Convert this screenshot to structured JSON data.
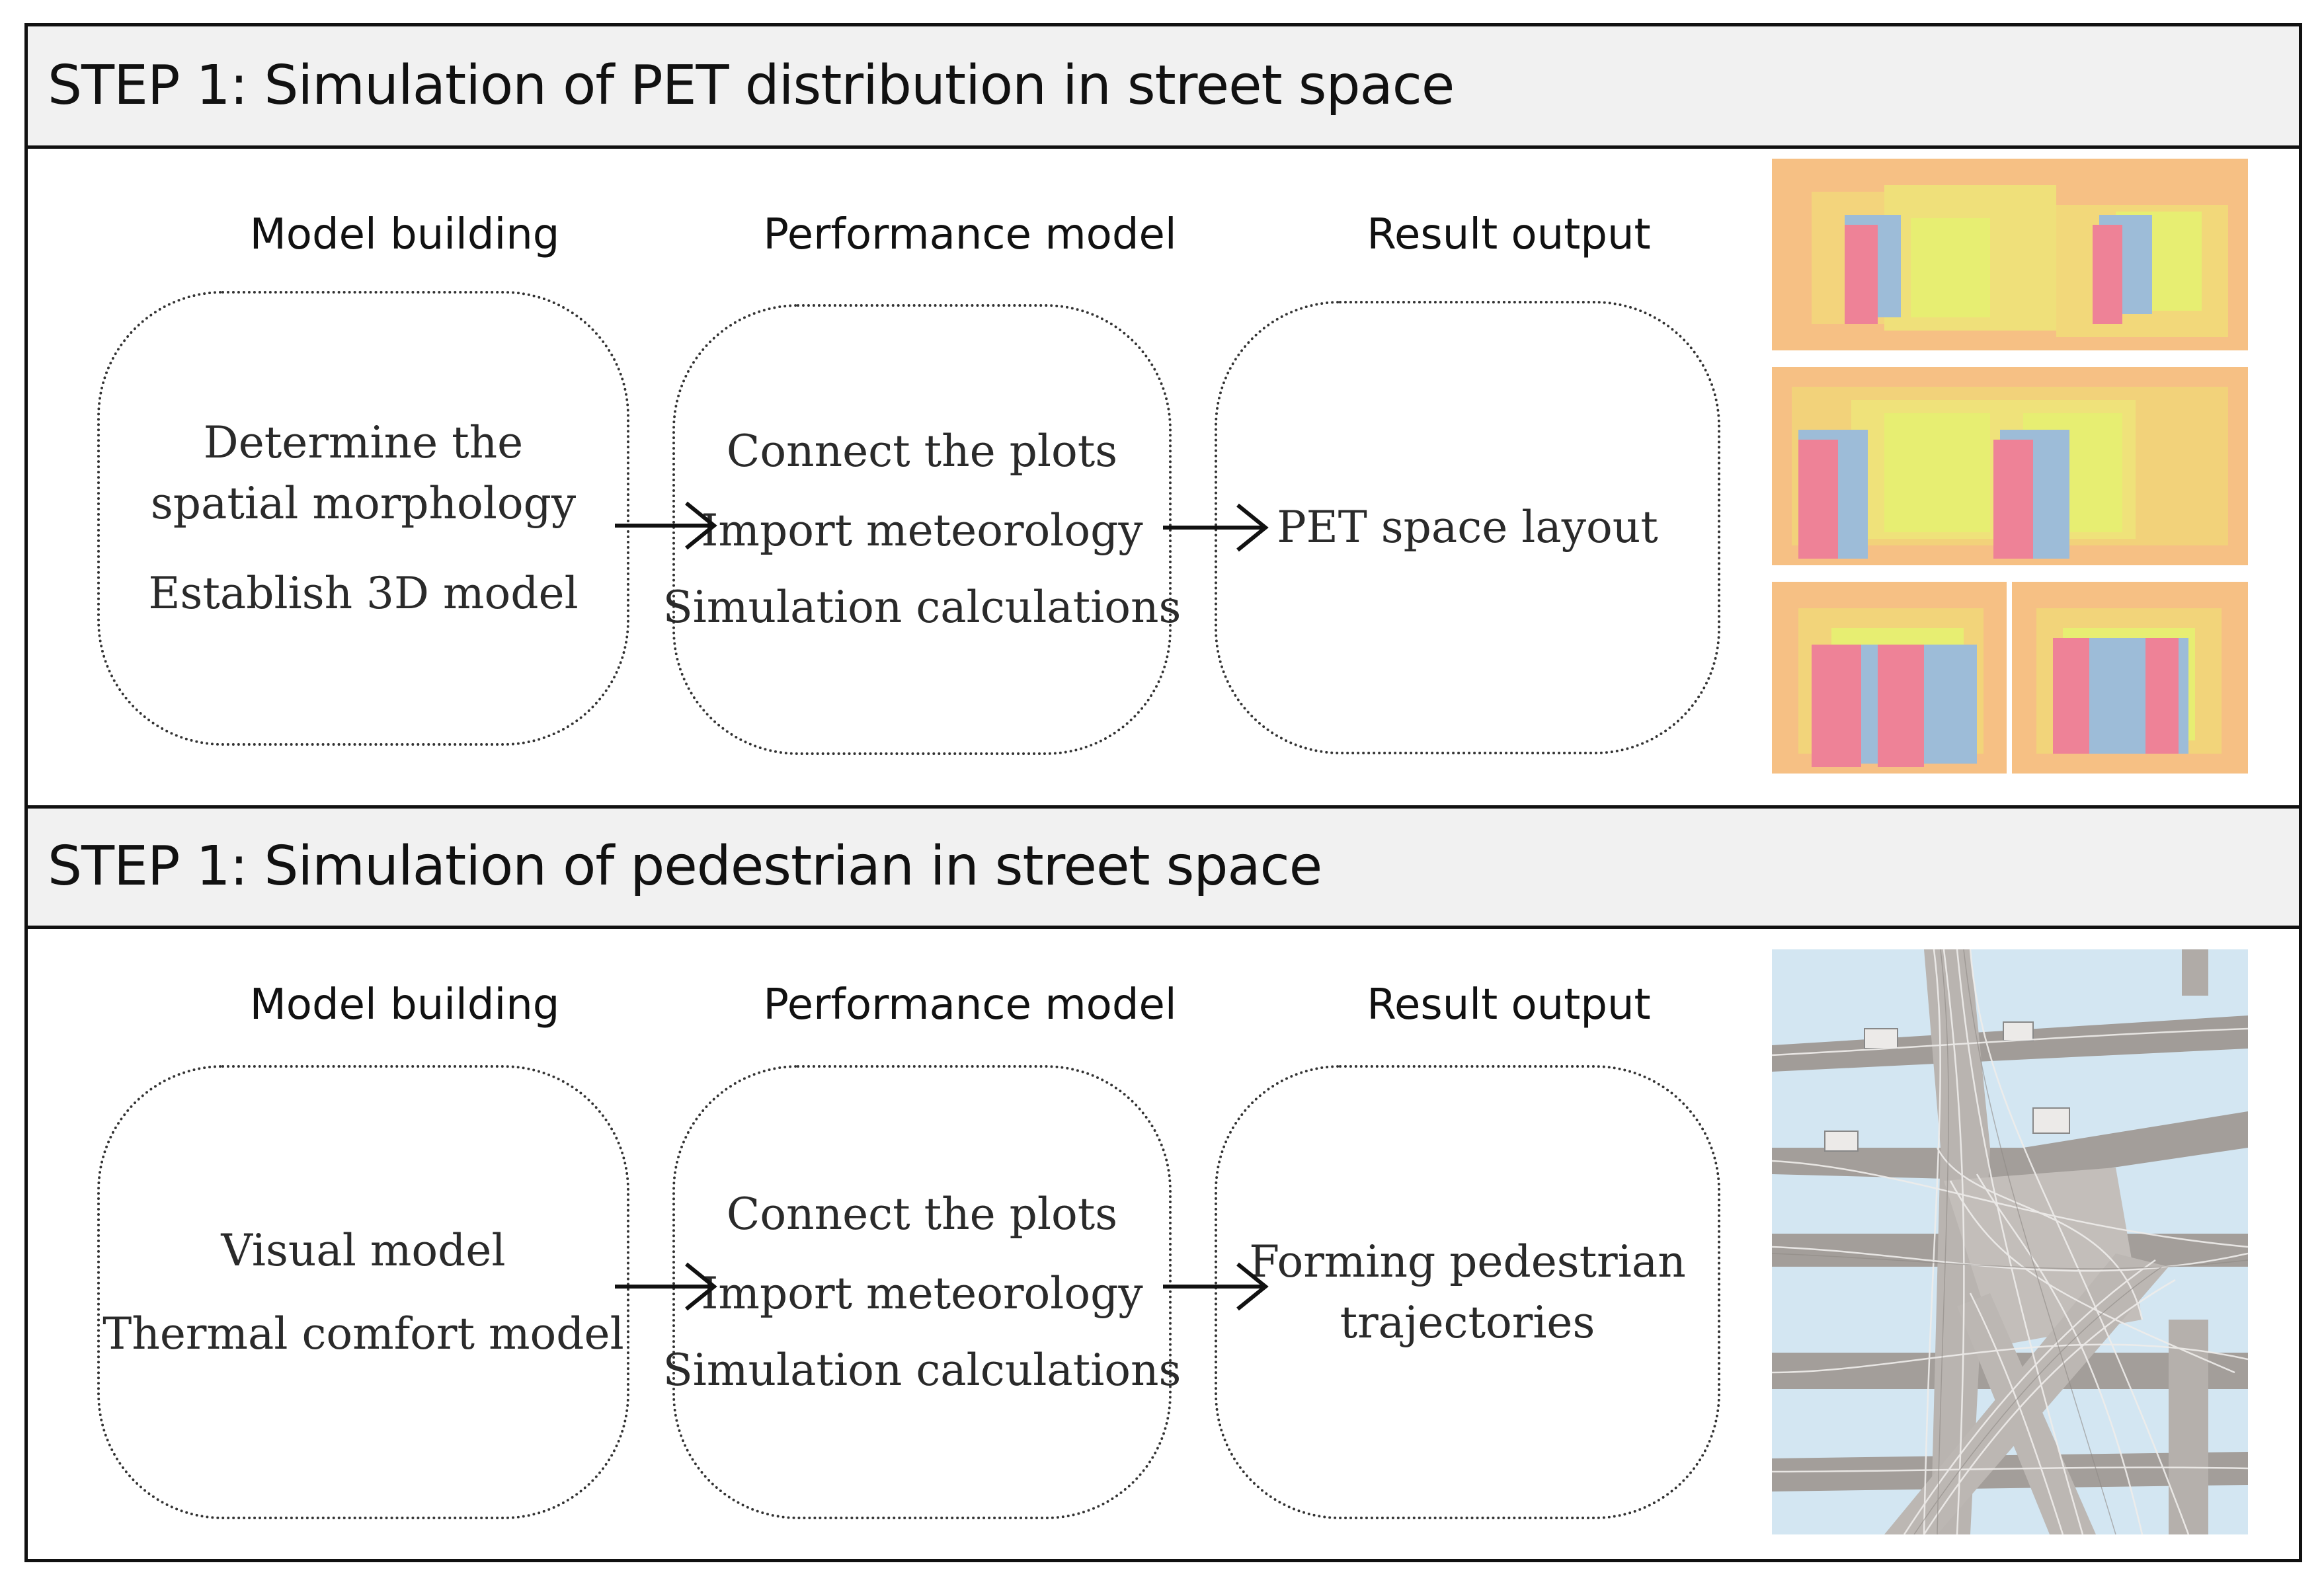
{
  "step_pet": {
    "title": "STEP 1: Simulation of PET distribution in street space",
    "col_model": "Model building",
    "col_perf": "Performance model",
    "col_result": "Result output",
    "box_model": [
      "Determine the",
      "spatial morphology",
      "Establish 3D model"
    ],
    "box_perf": [
      "Connect the plots",
      "Import meteorology",
      "Simulation calculations"
    ],
    "box_result": [
      "PET space layout"
    ],
    "image_icon": "pet-distribution-maps"
  },
  "step_ped": {
    "title": "STEP 1: Simulation of pedestrian in street space",
    "col_model": "Model building",
    "col_perf": "Performance model",
    "col_result": "Result output",
    "box_model": [
      "Visual model",
      "Thermal comfort model"
    ],
    "box_perf": [
      "Connect the plots",
      "Import meteorology",
      "Simulation calculations"
    ],
    "box_result": [
      "Forming pedestrian",
      "trajectories"
    ],
    "image_icon": "pedestrian-trajectory-map"
  },
  "colors": {
    "border": "#111111",
    "banner": "#f1f1f1",
    "heat_orange": "#f6c084",
    "heat_yellow": "#eef070",
    "building_pink": "#f07a8c",
    "building_blue": "#8fb4d8",
    "water_blue": "#d3e6f2",
    "street_gray": "#9a9592"
  }
}
